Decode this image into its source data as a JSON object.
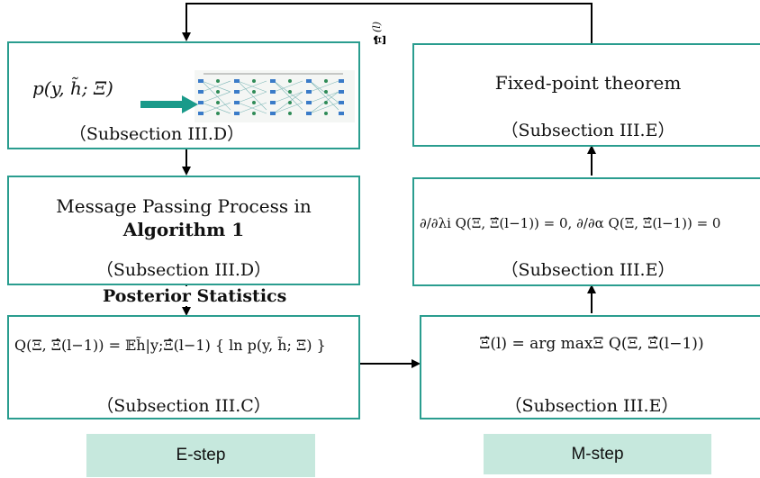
{
  "feedback_label": "Ξ̂(l)",
  "box1": {
    "formula": "p(y, h̃; Ξ)",
    "caption": "（Subsection III.D）"
  },
  "box2": {
    "line1": "Message Passing Process in",
    "line2": "Algorithm 1",
    "caption": "（Subsection III.D）"
  },
  "posterior_label": "Posterior Statistics",
  "box3": {
    "formula": "Q(Ξ, Ξ̂(l−1)) = 𝔼h̃|y;Ξ̂(l−1) { ln p(y, h̃; Ξ) }",
    "caption": "（Subsection III.C）"
  },
  "box4": {
    "formula": "Ξ̂(l) = arg maxΞ Q(Ξ, Ξ̂(l−1))",
    "caption": "（Subsection III.E）"
  },
  "box5": {
    "formula": "∂/∂λi Q(Ξ, Ξ̂(l−1)) = 0, ∂/∂α Q(Ξ, Ξ̂(l−1)) = 0",
    "caption": "（Subsection III.E）"
  },
  "box6": {
    "title": "Fixed-point theorem",
    "caption": "（Subsection III.E）"
  },
  "estep_label": "E-step",
  "mstep_label": "M-step",
  "colors": {
    "box_border": "#2a9d8f",
    "label_bg": "#c6e8dd",
    "arrow": "#000000",
    "teal_arrow": "#1a9a8a"
  }
}
